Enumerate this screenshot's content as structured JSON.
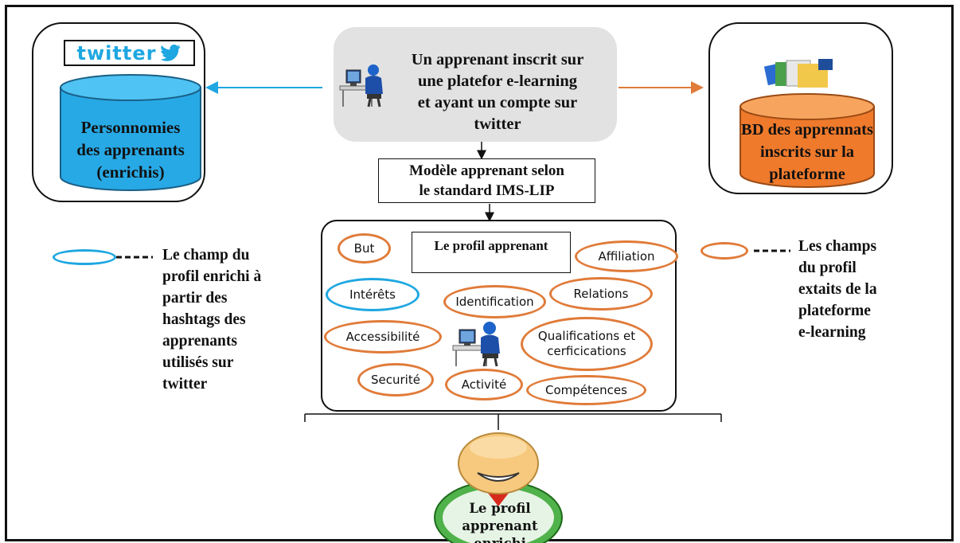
{
  "left_panel": {
    "logo_text": "twitter",
    "cylinder_line1": "Personnomies",
    "cylinder_line2": "des apprenants",
    "cylinder_line3": "(enrichis)"
  },
  "center_box": {
    "line1": "Un apprenant inscrit sur",
    "line2": "une platefor e-learning",
    "line3": "et ayant un compte sur",
    "line4": "twitter"
  },
  "right_panel": {
    "cylinder_line1": "BD des apprennats",
    "cylinder_line2": "inscrits sur la",
    "cylinder_line3": "plateforme"
  },
  "model_box": {
    "line1": "Modèle apprenant selon",
    "line2": "le standard IMS-LIP"
  },
  "profile": {
    "title": "Le profil apprenant",
    "fields": {
      "but": "But",
      "affiliation": "Affiliation",
      "interets": "Intérêts",
      "identification": "Identification",
      "relations": "Relations",
      "accessibilite": "Accessibilité",
      "qualifications_line1": "Qualifications et",
      "qualifications_line2": "cerficications",
      "securite": "Securité",
      "activite": "Activité",
      "competences": "Compétences"
    }
  },
  "legend_left": {
    "lines": [
      "Le champ du",
      "profil enrichi à",
      "partir des",
      "hashtags des",
      "apprenants",
      "utilisés sur",
      "twitter"
    ]
  },
  "legend_right": {
    "lines": [
      "Les champs",
      "du profil",
      "extaits de la",
      "plateforme",
      "e-learning"
    ]
  },
  "result": {
    "line1": "Le profil",
    "line2": "apprenant enrichi"
  },
  "colors": {
    "blue_accent": "#1ea7e1",
    "orange_accent": "#e07b39",
    "cylinder_blue": "#27a9e6",
    "cylinder_orange": "#ef7a2c",
    "center_box_gray": "#e2e2e2",
    "result_green": "#4fb24a",
    "head_skin": "#f7c97e"
  }
}
